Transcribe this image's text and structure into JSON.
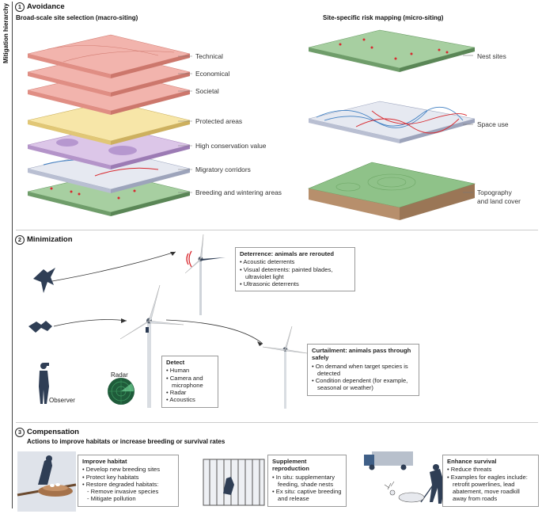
{
  "side_title": "Mitigation hierarchy",
  "avoidance": {
    "number": "1",
    "title": "Avoidance",
    "macro_title": "Broad-scale site selection (macro-siting)",
    "micro_title": "Site-specific risk mapping (micro-siting)",
    "macro_layers": [
      "Technical",
      "Economical",
      "Societal",
      "Protected areas",
      "High conservation value",
      "Migratory corridors",
      "Breeding and wintering areas"
    ],
    "micro_layers": [
      "Nest sites",
      "Space use",
      "Topography",
      "and land cover"
    ]
  },
  "minimization": {
    "number": "2",
    "title": "Minimization",
    "deterrence": {
      "title": "Deterrence: animals are rerouted",
      "items": [
        "Acoustic deterrents",
        "Visual deterrents: painted blades, ultraviolet light",
        "Ultrasonic deterrents"
      ]
    },
    "detect": {
      "title": "Detect",
      "items": [
        "Human",
        "Camera and microphone",
        "Radar",
        "Acoustics"
      ]
    },
    "curtailment": {
      "title": "Curtailment: animals pass through safely",
      "items": [
        "On demand when target species is detected",
        "Condition dependent (for example, seasonal or weather)"
      ]
    },
    "radar_label": "Radar",
    "observer_label": "Observer"
  },
  "compensation": {
    "number": "3",
    "title": "Compensation",
    "subtitle": "Actions to improve habitats or increase breeding or survival rates",
    "habitat": {
      "title": "Improve habitat",
      "items": [
        "Develop new breeding sites",
        "Protect key habitats",
        "Restore degraded habitats:"
      ],
      "subitems": [
        "- Remove invasive species",
        "- Mitigate pollution"
      ]
    },
    "reproduction": {
      "title": "Supplement reproduction",
      "items": [
        "In situ: supplementary feeding, shade nests",
        "Ex situ: captive breeding and release"
      ]
    },
    "survival": {
      "title": "Enhance survival",
      "items": [
        "Reduce threats",
        "Examples for eagles include: retrofit powerlines, lead abatement, move roadkill away from roads"
      ]
    }
  },
  "colors": {
    "red_layer": "#f2b4ad",
    "yellow_layer": "#f7e6a8",
    "purple_layer": "#dcc6e8",
    "blue_layer": "#dfe3ee",
    "green_layer": "#a7cfa1",
    "accent_red": "#d8292f",
    "accent_blue": "#3f7fc2"
  }
}
